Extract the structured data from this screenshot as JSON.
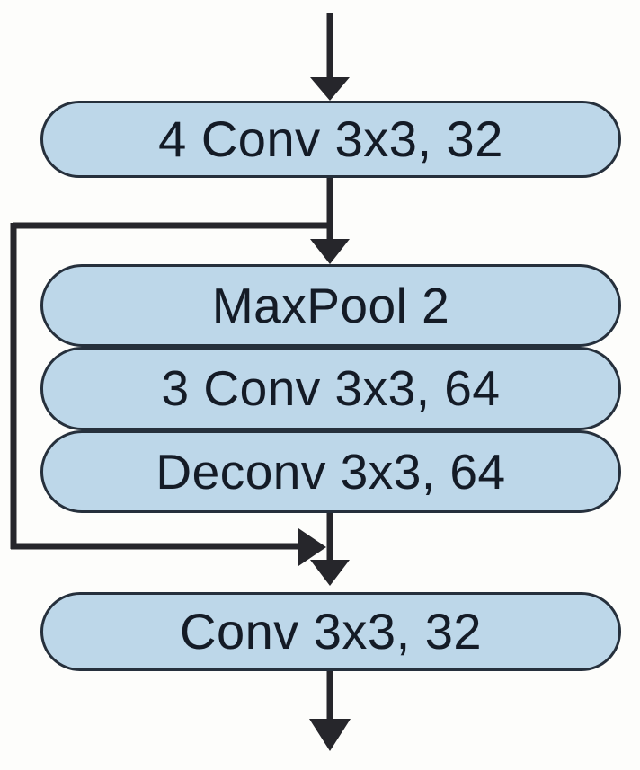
{
  "figure": {
    "kind": "neural-network-block-diagram",
    "background_color": "#fdfdfb",
    "box_fill_color": "#bdd7e9",
    "box_border_color": "#26303c",
    "text_color": "#141b26",
    "arrow_color": "#26262b"
  },
  "nodes": [
    {
      "id": "conv-in",
      "label": "4 Conv 3x3, 32"
    },
    {
      "id": "maxpool",
      "label": "MaxPool 2"
    },
    {
      "id": "conv-mid",
      "label": "3 Conv 3x3, 64"
    },
    {
      "id": "deconv",
      "label": "Deconv 3x3, 64"
    },
    {
      "id": "conv-out",
      "label": "Conv 3x3, 32"
    }
  ],
  "edges": [
    {
      "id": "input-arrow",
      "from": "input",
      "to": "conv-in",
      "style": "straight-down",
      "arrowhead": "down"
    },
    {
      "id": "conv-in-to-maxpool",
      "from": "conv-in",
      "to": "maxpool",
      "style": "straight-down",
      "arrowhead": "down"
    },
    {
      "id": "skip-branch",
      "from": "conv-in",
      "to": "merge",
      "style": "bracket-left",
      "arrowhead": "right"
    },
    {
      "id": "deconv-to-merge",
      "from": "deconv",
      "to": "conv-out",
      "style": "straight-down",
      "arrowhead": "down"
    },
    {
      "id": "output-arrow",
      "from": "conv-out",
      "to": "output",
      "style": "straight-down",
      "arrowhead": "down"
    }
  ]
}
